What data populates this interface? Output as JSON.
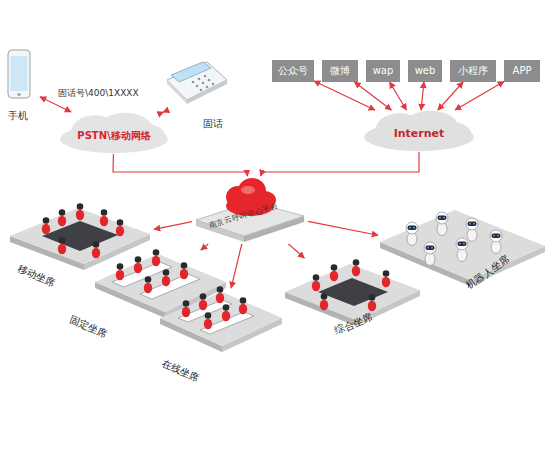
{
  "diagram": {
    "nodes": [
      {
        "text": [
          "手机"
        ]
      },
      {
        "text": [
          "PSTN\\移动网络"
        ]
      },
      {
        "text": [
          "固话"
        ]
      },
      {
        "text": [
          "公众号"
        ]
      },
      {
        "text": [
          "微博"
        ]
      },
      {
        "text": [
          "wap"
        ]
      },
      {
        "text": [
          "web"
        ]
      },
      {
        "text": [
          "小程序"
        ]
      },
      {
        "text": [
          "APP"
        ]
      },
      {
        "text": [
          "Internet"
        ]
      },
      {
        "text": [
          "南京云呼叫中心平台"
        ]
      },
      {
        "text": [
          "移动坐席"
        ]
      },
      {
        "text": [
          "固定坐席"
        ]
      },
      {
        "text": [
          "在线坐席"
        ]
      },
      {
        "text": [
          "综合坐席"
        ]
      },
      {
        "text": [
          "机器人坐席"
        ]
      }
    ],
    "edges": [
      {
        "from": 0,
        "to": 1,
        "arrow": "both"
      },
      {
        "from": 2,
        "to": 1,
        "arrow": "both"
      },
      {
        "from": 3,
        "to": 9,
        "arrow": "both"
      },
      {
        "from": 4,
        "to": 9,
        "arrow": "both"
      },
      {
        "from": 5,
        "to": 9,
        "arrow": "both"
      },
      {
        "from": 6,
        "to": 9,
        "arrow": "both"
      },
      {
        "from": 7,
        "to": 9,
        "arrow": "both"
      },
      {
        "from": 8,
        "to": 9,
        "arrow": "both"
      },
      {
        "from": 1,
        "to": 10,
        "arrow": "to"
      },
      {
        "from": 9,
        "to": 10,
        "arrow": "to"
      },
      {
        "from": 10,
        "to": 11,
        "arrow": "to"
      },
      {
        "from": 10,
        "to": 12,
        "arrow": "to"
      },
      {
        "from": 10,
        "to": 13,
        "arrow": "to"
      },
      {
        "from": 10,
        "to": 14,
        "arrow": "to"
      },
      {
        "from": 10,
        "to": 15,
        "arrow": "to"
      }
    ],
    "labels": [
      "固话号\\400\\1XXXX"
    ]
  }
}
